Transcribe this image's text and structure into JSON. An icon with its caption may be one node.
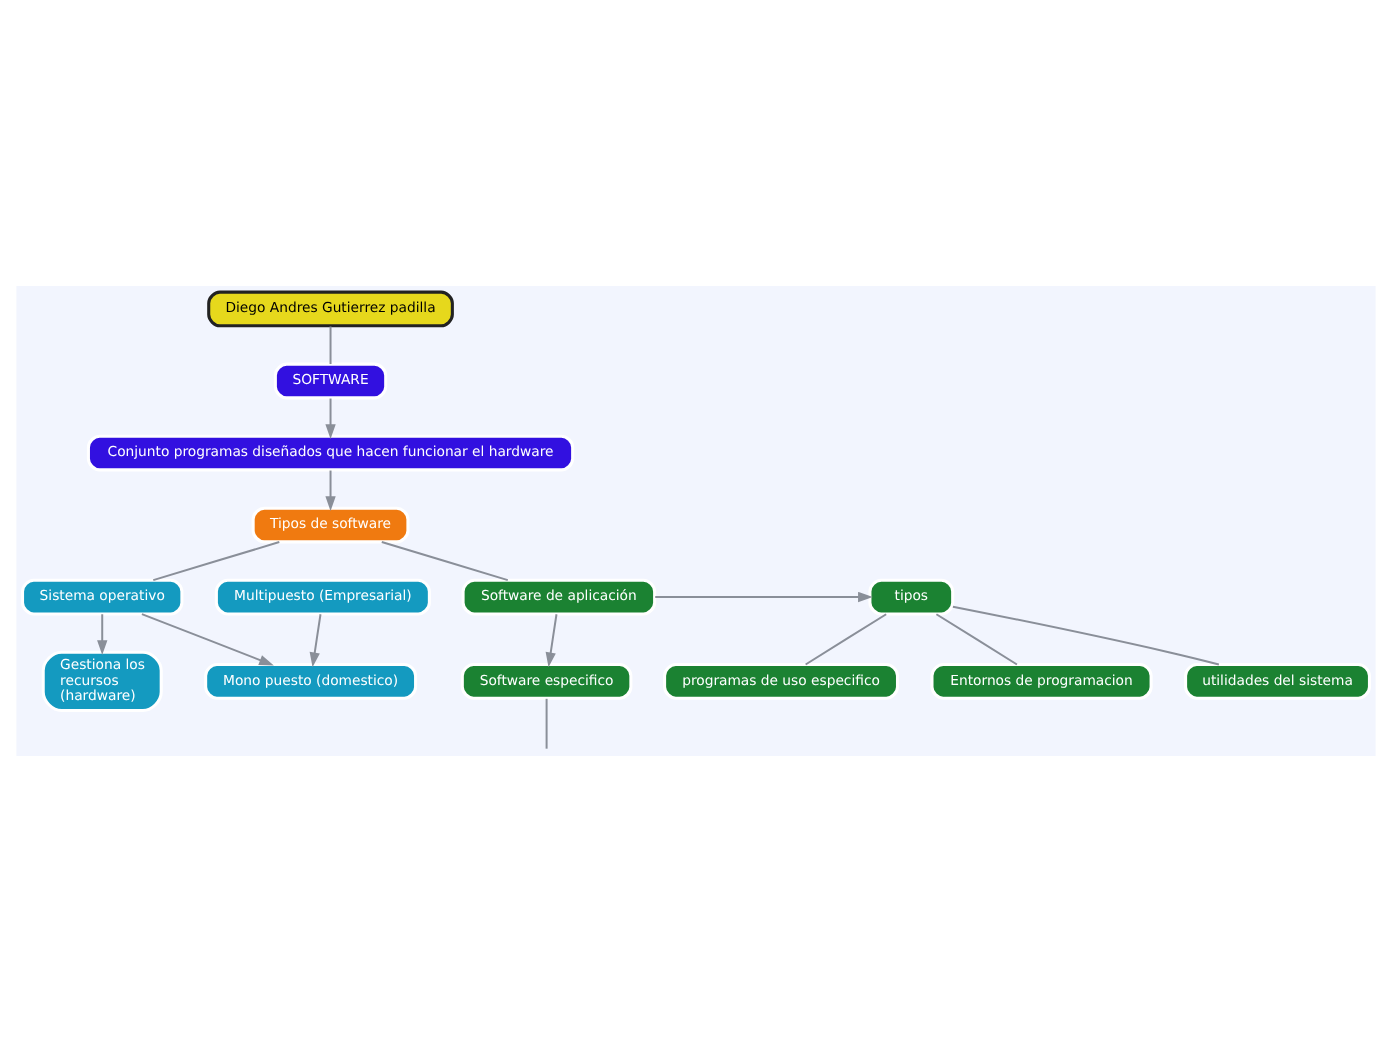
{
  "diagram": {
    "nodes": [
      {
        "text": [
          "Diego Andres Gutierrez padilla"
        ]
      },
      {
        "text": [
          "SOFTWARE"
        ]
      },
      {
        "text": [
          "Conjunto programas diseñados que hacen funcionar el hardware"
        ]
      },
      {
        "text": [
          "Tipos de software"
        ]
      },
      {
        "text": [
          "Sistema operativo"
        ]
      },
      {
        "text": [
          "Software de aplicación"
        ]
      },
      {
        "text": [
          "Mono puesto (domestico)"
        ]
      },
      {
        "text": [
          "Multipuesto (Empresarial)"
        ]
      },
      {
        "text": [
          "Gestiona los recursos (hardware)"
        ]
      },
      {
        "text": [
          "tipos"
        ]
      },
      {
        "text": [
          "programas de uso especifico"
        ]
      },
      {
        "text": [
          "Entornos de programacion"
        ]
      },
      {
        "text": [
          "utilidades del sistema"
        ]
      },
      {
        "text": [
          "Software especifico"
        ]
      }
    ],
    "edges": [
      {
        "from": 0,
        "to": 1,
        "arrow": "none"
      },
      {
        "from": 1,
        "to": 2,
        "arrow": "to"
      },
      {
        "from": 2,
        "to": 3,
        "arrow": "to"
      },
      {
        "from": 3,
        "to": 4,
        "arrow": "none"
      },
      {
        "from": 3,
        "to": 5,
        "arrow": "none"
      },
      {
        "from": 4,
        "to": 6,
        "arrow": "to"
      },
      {
        "from": 7,
        "to": 6,
        "arrow": "to"
      },
      {
        "from": 4,
        "to": 8,
        "arrow": "to"
      },
      {
        "from": 5,
        "to": 9,
        "arrow": "to"
      },
      {
        "from": 9,
        "to": 10,
        "arrow": "none"
      },
      {
        "from": 9,
        "to": 11,
        "arrow": "none"
      },
      {
        "from": 9,
        "to": 12,
        "arrow": "none"
      },
      {
        "from": 5,
        "to": 13,
        "arrow": "to"
      },
      {
        "from": 13,
        "to": null,
        "arrow": "none"
      }
    ]
  }
}
